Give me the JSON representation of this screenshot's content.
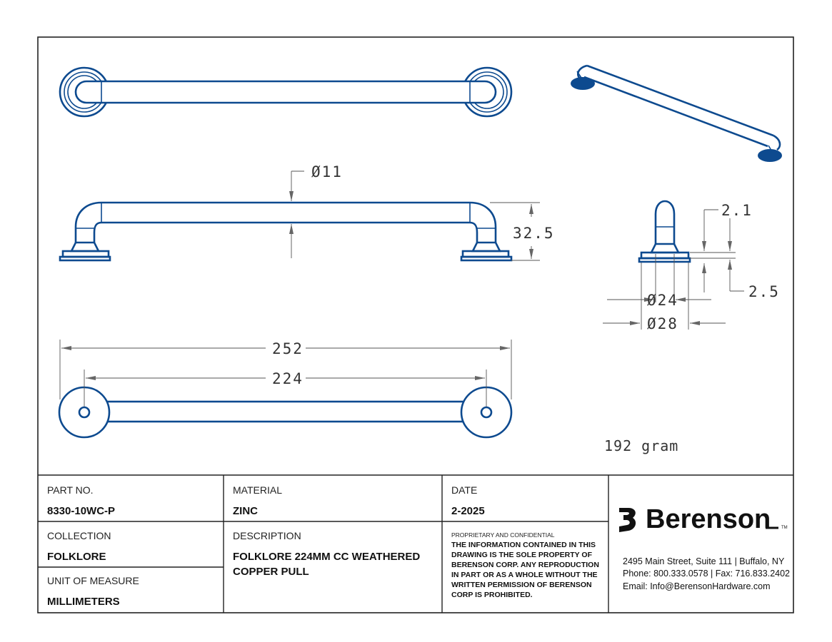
{
  "dimensions": {
    "bar_diameter": "11",
    "height": "32.5",
    "base_top": "2.1",
    "base_bottom": "2.5",
    "post_diameter": "24",
    "base_diameter": "28",
    "overall_length": "252",
    "center_to_center": "224",
    "diameter_symbol": "Ø",
    "weight": "192 gram"
  },
  "title_block": {
    "part_no_label": "PART NO.",
    "part_no": "8330-10WC-P",
    "material_label": "MATERIAL",
    "material": "ZINC",
    "date_label": "DATE",
    "date": "2-2025",
    "collection_label": "COLLECTION",
    "collection": "FOLKLORE",
    "description_label": "DESCRIPTION",
    "description_line1": "FOLKLORE 224MM CC WEATHERED",
    "description_line2": "COPPER PULL",
    "uom_label": "UNIT OF MEASURE",
    "uom": "MILLIMETERS",
    "proprietary_heading": "PROPRIETARY AND CONFIDENTIAL",
    "notice_lines": [
      "THE INFORMATION CONTAINED IN THIS",
      "DRAWING IS THE SOLE PROPERTY OF",
      "BERENSON CORP. ANY REPRODUCTION",
      "IN PART OR AS A WHOLE WITHOUT THE",
      "WRITTEN PERMISSION OF BERENSON",
      "CORP IS PROHIBITED."
    ]
  },
  "company": {
    "name": "Berenson",
    "trademark": "TM",
    "address": "2495 Main Street, Suite 111 | Buffalo, NY",
    "phone": "Phone: 800.333.0578 | Fax: 716.833.2402",
    "email": "Email: Info@BerensonHardware.com"
  },
  "colors": {
    "part_stroke": "#0d4a8f",
    "border": "#222222",
    "dimension": "#555555"
  },
  "icons": {
    "diameter": "diameter-symbol",
    "logo": "berenson-logo-mark"
  }
}
